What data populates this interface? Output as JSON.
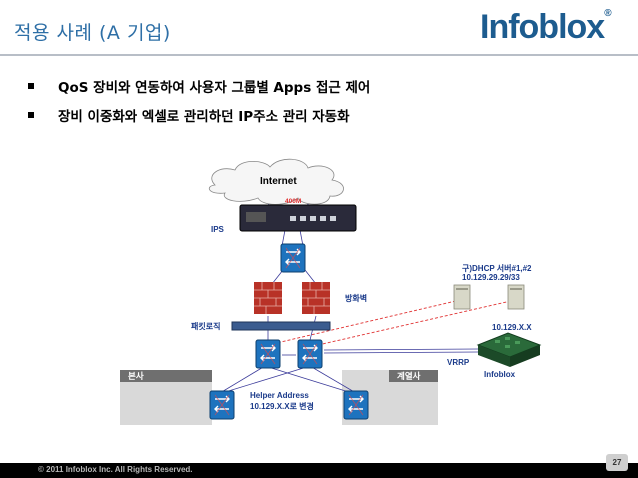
{
  "header": {
    "title": "적용 사례 (A 기업)",
    "logo": "Infoblox",
    "logo_mark": "®"
  },
  "bullets": [
    "QoS 장비와 연동하여 사용자 그룹별 Apps 접근 제어",
    "장비 이중화와 엑셀로 관리하던 IP주소 관리 자동화"
  ],
  "diagram": {
    "internet": "Internet",
    "bandwidth": "400M",
    "ips": "IPS",
    "firewall": "방화벽",
    "packet": "패킷로직",
    "dhcp_label": "구)DHCP 서버#1,#2",
    "dhcp_ip": "10.129.29.29/33",
    "infoblox_ip": "10.129.X.X",
    "vrrp": "VRRP",
    "infoblox": "Infoblox",
    "hq": "본사",
    "affiliate": "계열사",
    "helper_line1": "Helper Address",
    "helper_line2": "10.129.X.X로 변경"
  },
  "footer": {
    "copyright": "© 2011 Infoblox Inc. All Rights Reserved.",
    "page": "27"
  },
  "colors": {
    "title": "#2e6fa6",
    "switch": "#1e73be",
    "firewall": "#c0392b",
    "dashed_link": "#e03030"
  }
}
